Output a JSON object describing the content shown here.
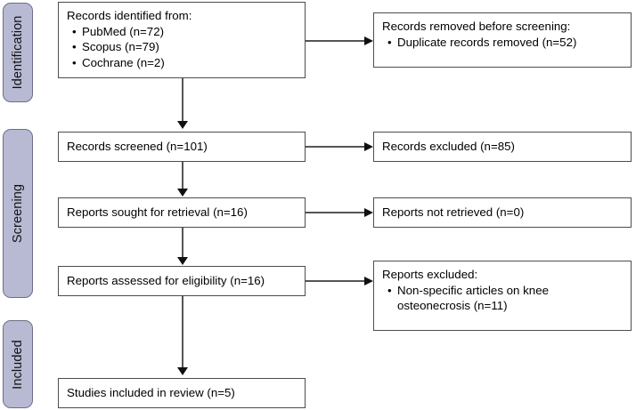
{
  "diagram": {
    "type": "prisma-flow-diagram",
    "accent_color": "#b8bad4",
    "border_color": "#4d4d4d",
    "connector_color": "#555555"
  },
  "stages": [
    {
      "label": "Identification"
    },
    {
      "label": "Screening"
    },
    {
      "label": "Included"
    }
  ],
  "boxes": {
    "identified": {
      "heading": "Records identified from:",
      "items": [
        "PubMed (n=72)",
        "Scopus (n=79)",
        "Cochrane (n=2)"
      ]
    },
    "removed": {
      "heading": "Records removed before screening:",
      "items": [
        "Duplicate records removed (n=52)"
      ]
    },
    "screened": {
      "heading": "Records screened (n=101)"
    },
    "excluded_screened": {
      "heading": "Records excluded (n=85)"
    },
    "sought": {
      "heading": "Reports sought for retrieval (n=16)"
    },
    "not_retrieved": {
      "heading": "Reports not retrieved (n=0)"
    },
    "assessed": {
      "heading": "Reports assessed for eligibility (n=16)"
    },
    "excluded_reports": {
      "heading": "Reports excluded:",
      "items_line1": "Non-specific articles on knee",
      "items_line2": "osteonecrosis (n=11)"
    },
    "included": {
      "heading": "Studies included in review (n=5)"
    }
  }
}
